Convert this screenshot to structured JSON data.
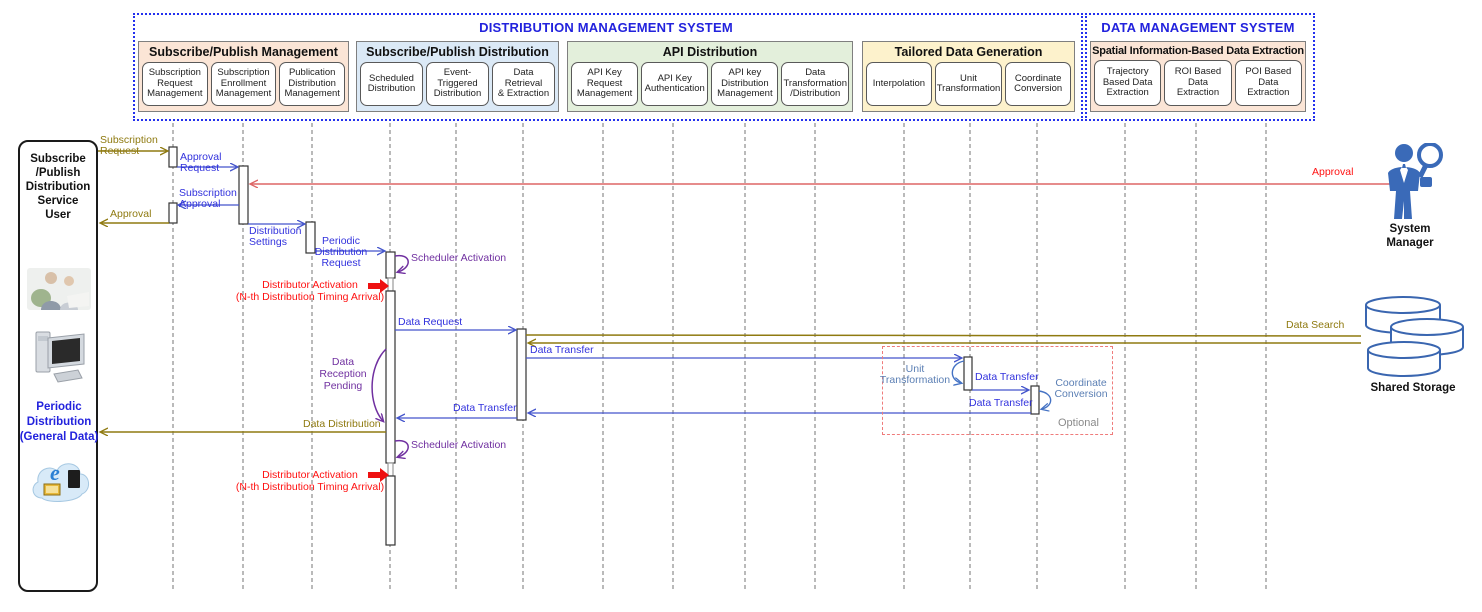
{
  "dms": {
    "title": "DISTRIBUTION MANAGEMENT SYSTEM",
    "groups": [
      {
        "title": "Subscribe/Publish Management",
        "items": [
          "Subscription\nRequest\nManagement",
          "Subscription\nEnrollment\nManagement",
          "Publication\nDistribution\nManagement"
        ]
      },
      {
        "title": "Subscribe/Publish Distribution",
        "items": [
          "Scheduled\nDistribution",
          "Event-\nTriggered\nDistribution",
          "Data Retrieval\n& Extraction"
        ]
      },
      {
        "title": "API Distribution",
        "items": [
          "API Key\nRequest\nManagement",
          "API Key\nAuthentication",
          "API key\nDistribution\nManagement",
          "Data\nTransformation\n/Distribution"
        ]
      },
      {
        "title": "Tailored Data Generation",
        "items": [
          "Interpolation",
          "Unit\nTransformation",
          "Coordinate\nConversion"
        ]
      }
    ]
  },
  "data_ms": {
    "title": "DATA MANAGEMENT SYSTEM",
    "group": {
      "title": "Spatial Information-Based Data Extraction",
      "items": [
        "Trajectory\nBased Data\nExtraction",
        "ROI Based\nData\nExtraction",
        "POI Based\nData\nExtraction"
      ]
    }
  },
  "actors": {
    "user": {
      "label": "Subscribe\n/Publish\nDistribution\nService\nUser",
      "periodic": "Periodic\nDistribution\n(General Data)"
    },
    "system_manager": {
      "label": "System\nManager"
    },
    "shared_storage": {
      "label": "Shared Storage"
    }
  },
  "messages": {
    "subscription_request": "Subscription\nRequest",
    "approval_request": "Approval\nRequest",
    "approval_red": "Approval",
    "subscription_approval": "Subscription\nApproval",
    "approval_olive": "Approval",
    "distribution_settings": "Distribution\nSettings",
    "periodic_distribution_request": "Periodic\nDistribution\nRequest",
    "scheduler_activation_1": "Scheduler Activation",
    "distributor_activation_1": "Distributor Activation\n(N-th Distribution Timing Arrival)",
    "data_request": "Data Request",
    "data_search": "Data Search",
    "data_transfer_1": "Data Transfer",
    "unit_transformation": "Unit\nTransformation",
    "data_transfer_2": "Data Transfer",
    "coordinate_conversion": "Coordinate\nConversion",
    "data_transfer_3": "Data Transfer",
    "data_transfer_4": "Data Transfer",
    "data_reception_pending": "Data\nReception\nPending",
    "data_distribution": "Data Distribution",
    "scheduler_activation_2": "Scheduler Activation",
    "distributor_activation_2": "Distributor Activation\n(N-th Distribution Timing Arrival)",
    "optional": "Optional"
  },
  "icons": {
    "cloud_e": "e"
  },
  "colors": {
    "system_title": "#2222dd",
    "group_peach": "#fbe5d6",
    "group_blue": "#dbe9f6",
    "group_green": "#e3efdb",
    "group_yellow": "#fdf2cc",
    "olive_arrow": "#8f7a10",
    "blue_arrow": "#4455cc",
    "red_arrow": "#dd6666",
    "purple": "#7030a0",
    "optional_border": "#ef7b7b"
  }
}
